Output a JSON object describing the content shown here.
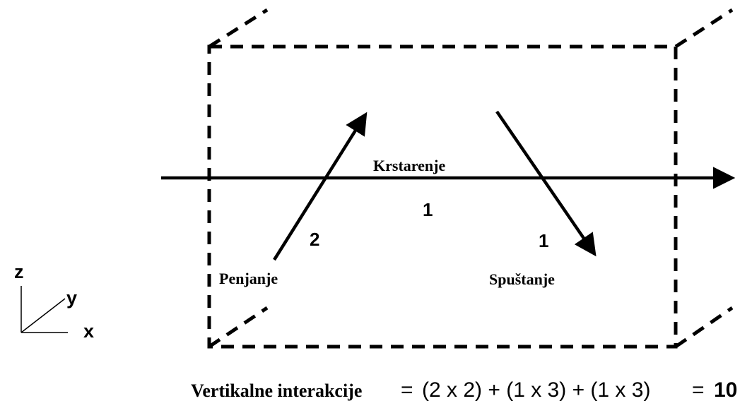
{
  "labels": {
    "cruise": "Krstarenje",
    "climb": "Penjanje",
    "descent": "Spuštanje"
  },
  "counts": {
    "cruise": "1",
    "climb": "2",
    "descent": "1"
  },
  "axes": {
    "z": "z",
    "y": "y",
    "x": "x"
  },
  "formula": {
    "label": "Vertikalne interakcije",
    "equals": "=",
    "expression": "(2 x 2) + (1 x 3) + (1 x 3)",
    "equals2": "=",
    "result": "10"
  }
}
